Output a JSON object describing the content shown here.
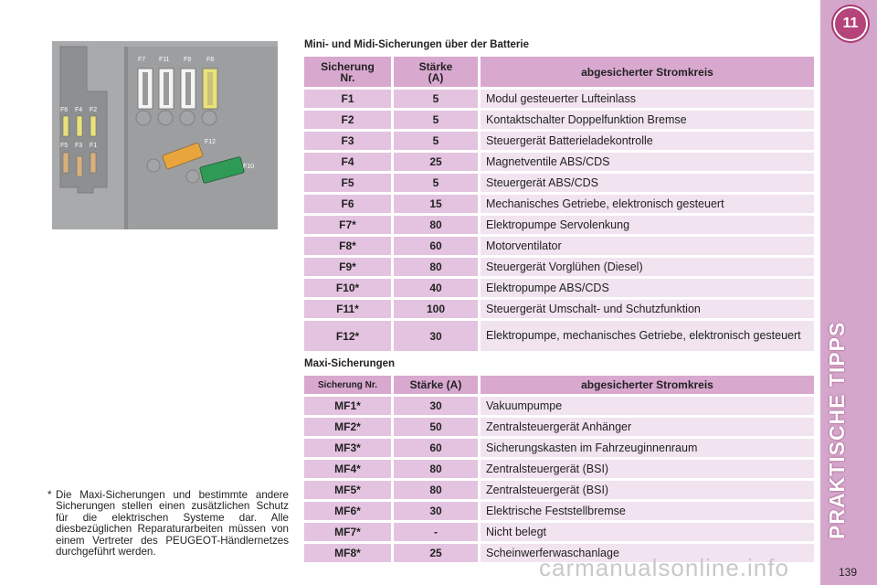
{
  "chapter": {
    "number": "11",
    "title": "PRAKTISCHE TIPPS",
    "page_number": "139"
  },
  "figure": {
    "fuse_labels": [
      "F7",
      "F11",
      "F9",
      "F8",
      "F6",
      "F4",
      "F2",
      "F5",
      "F3",
      "F1",
      "F12",
      "F10"
    ],
    "colors": {
      "background": "#a9aaab",
      "dark_panel": "#8e8f90",
      "yellow_fuse": "#e9e27a",
      "orange_fuse": "#e8a53e",
      "green_fuse": "#2f9a55",
      "beige_fuse": "#d9b07c"
    }
  },
  "footnote": {
    "marker": "*",
    "text": "Die Maxi-Sicherungen und bestimmte andere Sicherungen stellen einen zusätzlichen Schutz für die elektrischen Systeme dar. Alle diesbezüglichen Reparaturarbeiten müssen von einem Vertreter des PEUGEOT-Händlernetzes durchgeführt werden."
  },
  "mini_midi": {
    "title": "Mini- und Midi-Sicherungen über der Batterie",
    "headers": [
      "Sicherung Nr.",
      "Stärke (A)",
      "abgesicherter Stromkreis"
    ],
    "rows": [
      [
        "F1",
        "5",
        "Modul gesteuerter Lufteinlass"
      ],
      [
        "F2",
        "5",
        "Kontaktschalter Doppelfunktion Bremse"
      ],
      [
        "F3",
        "5",
        "Steuergerät Batterieladekontrolle"
      ],
      [
        "F4",
        "25",
        "Magnetventile ABS/CDS"
      ],
      [
        "F5",
        "5",
        "Steuergerät ABS/CDS"
      ],
      [
        "F6",
        "15",
        "Mechanisches Getriebe, elektronisch gesteuert"
      ],
      [
        "F7*",
        "80",
        "Elektropumpe Servolenkung"
      ],
      [
        "F8*",
        "60",
        "Motorventilator"
      ],
      [
        "F9*",
        "80",
        "Steuergerät Vorglühen (Diesel)"
      ],
      [
        "F10*",
        "40",
        "Elektropumpe ABS/CDS"
      ],
      [
        "F11*",
        "100",
        "Steuergerät Umschalt- und Schutzfunktion"
      ],
      [
        "F12*",
        "30",
        "Elektropumpe, mechanisches Getriebe, elektronisch gesteuert"
      ]
    ]
  },
  "maxi": {
    "title": "Maxi-Sicherungen",
    "headers": [
      "Sicherung Nr.",
      "Stärke (A)",
      "abgesicherter Stromkreis"
    ],
    "rows": [
      [
        "MF1*",
        "30",
        "Vakuumpumpe"
      ],
      [
        "MF2*",
        "50",
        "Zentralsteuergerät Anhänger"
      ],
      [
        "MF3*",
        "60",
        "Sicherungskasten im Fahrzeuginnenraum"
      ],
      [
        "MF4*",
        "80",
        "Zentralsteuergerät (BSI)"
      ],
      [
        "MF5*",
        "80",
        "Zentralsteuergerät (BSI)"
      ],
      [
        "MF6*",
        "30",
        "Elektrische Feststellbremse"
      ],
      [
        "MF7*",
        "-",
        "Nicht belegt"
      ],
      [
        "MF8*",
        "25",
        "Scheinwerferwaschanlage"
      ]
    ]
  },
  "watermark": "carmanualsonline.info",
  "accent": {
    "sidebar": "#d5a6cc",
    "header": "#d8a8cf",
    "cell_dark": "#e3c3df",
    "cell_light": "#f1e3ef",
    "badge": "#b5447a"
  }
}
